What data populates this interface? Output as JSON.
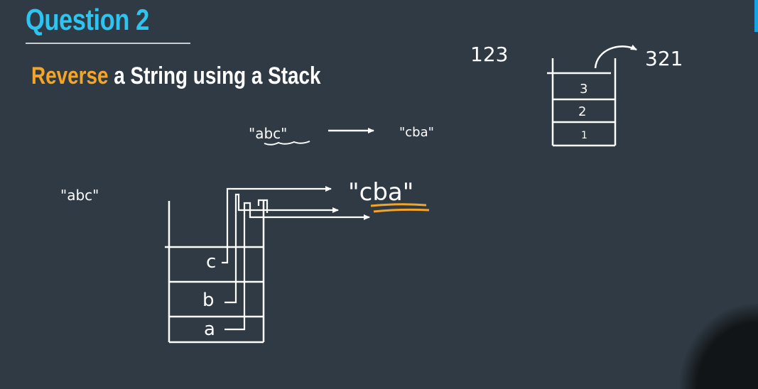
{
  "header": {
    "title": "Question 2",
    "subtitle_highlight": "Reverse",
    "subtitle_rest": " a String using a Stack"
  },
  "notes": {
    "input_number": "123",
    "output_number": "321",
    "small_stack": [
      "3",
      "2",
      "1"
    ],
    "example_input": "\"abc\"",
    "example_output": "\"cba\"",
    "left_label": "\"abc\"",
    "result_label": "\"cba\"",
    "big_stack": [
      "c",
      "b",
      "a"
    ]
  },
  "colors": {
    "board": "#2f3a44",
    "title": "#2ec4f1",
    "highlight": "#f5a524",
    "chalk": "#ffffff"
  }
}
